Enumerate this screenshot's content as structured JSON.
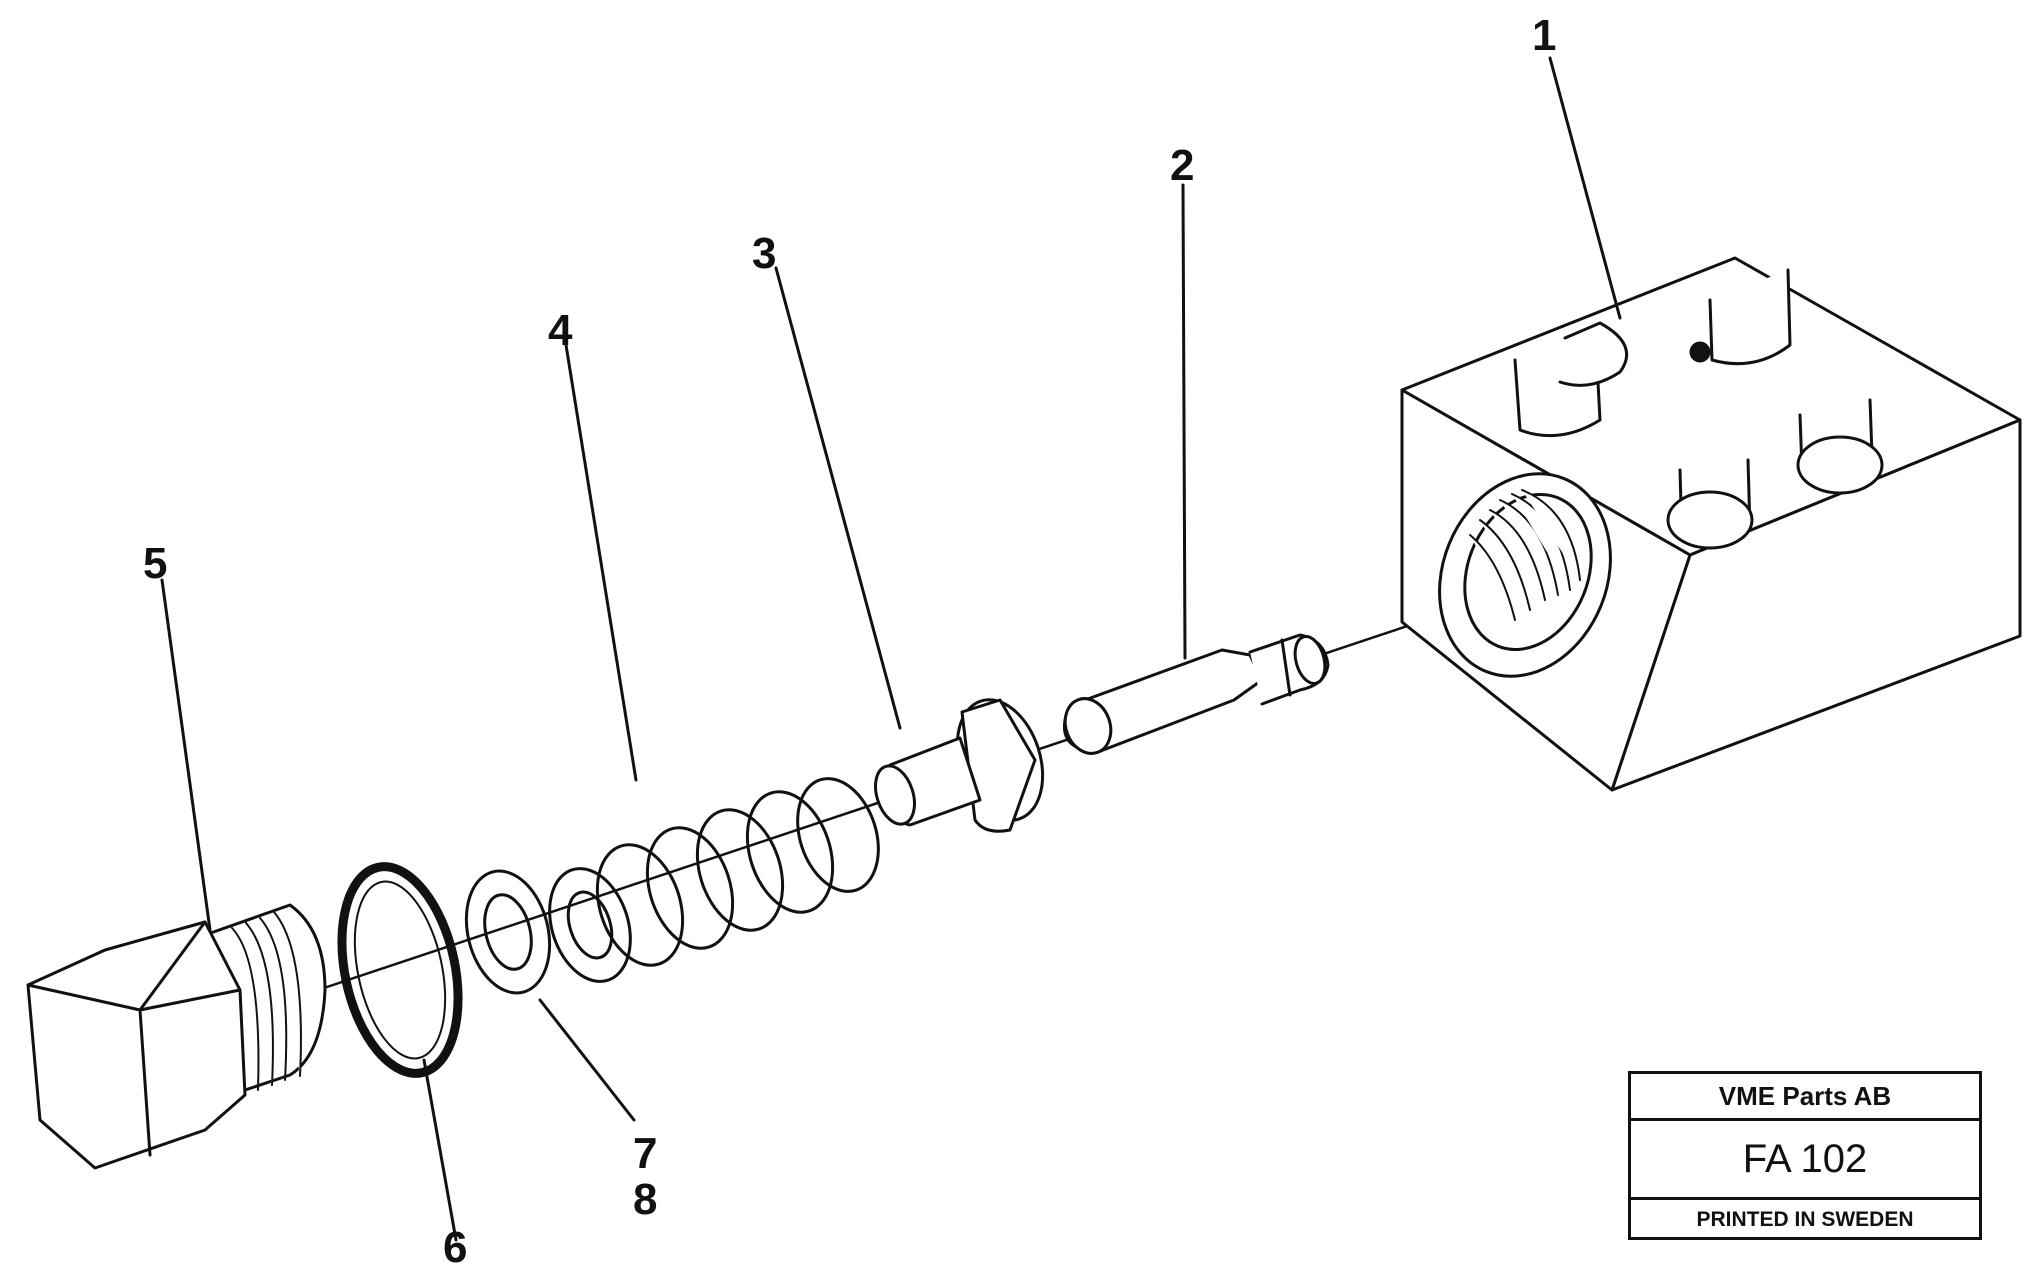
{
  "diagram": {
    "callouts": {
      "part_1": "1",
      "part_2": "2",
      "part_3": "3",
      "part_4": "4",
      "part_5": "5",
      "part_6": "6",
      "part_7": "7",
      "part_8": "8"
    }
  },
  "stamp": {
    "company": "VME Parts AB",
    "figure_code": "FA 102",
    "printed": "PRINTED IN SWEDEN"
  },
  "colors": {
    "ink": "#111111",
    "background": "#ffffff"
  }
}
